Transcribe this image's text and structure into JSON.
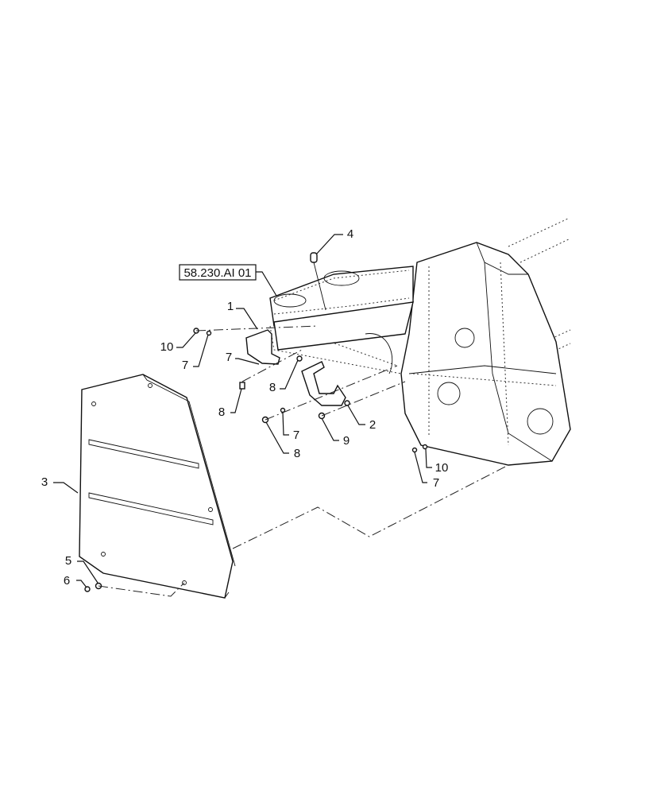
{
  "diagram": {
    "reference_box": "58.230.AI 01",
    "callouts": {
      "c1": "1",
      "c2": "2",
      "c3": "3",
      "c4": "4",
      "c5": "5",
      "c6": "6",
      "c7a": "7",
      "c7b": "7",
      "c7c": "7",
      "c7d": "7",
      "c8a": "8",
      "c8b": "8",
      "c8c": "8",
      "c9": "9",
      "c10a": "10",
      "c10b": "10"
    }
  }
}
